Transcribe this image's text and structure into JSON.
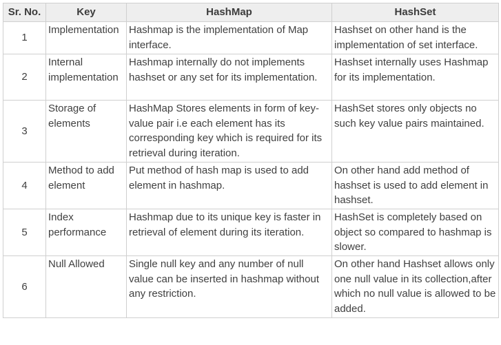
{
  "table": {
    "headers": [
      "Sr. No.",
      "Key",
      "HashMap",
      "HashSet"
    ],
    "rows": [
      {
        "sr": "1",
        "key": "Implementation",
        "hashmap": "Hashmap is the implementation of Map interface.",
        "hashset": "Hashset on other hand is the implementation of set interface."
      },
      {
        "sr": "2",
        "key": "Internal implementation",
        "hashmap": "Hashmap internally do not implements hashset or any set for its implementation.",
        "hashset": "Hashset internally uses Hashmap for its implementation."
      },
      {
        "sr": "3",
        "key": "Storage of elements",
        "hashmap": "HashMap Stores elements in form of key-value pair i.e each element has its corresponding key which is required for its retrieval during iteration.",
        "hashset": "HashSet stores only objects no such key value pairs maintained."
      },
      {
        "sr": "4",
        "key": "Method to add element",
        "hashmap": "Put method of hash map is used to add element in hashmap.",
        "hashset": "On other hand add method of hashset is used to add element in hashset."
      },
      {
        "sr": "5",
        "key": "Index performance",
        "hashmap": "Hashmap due to its unique key is faster in retrieval of element during its iteration.",
        "hashset": "HashSet is completely based on object so compared to hashmap is slower."
      },
      {
        "sr": "6",
        "key": "Null Allowed",
        "hashmap": "Single null key and any number of null value can be inserted in hashmap without any restriction.",
        "hashset": "On other hand Hashset allows only one null value in its collection,after which no null value is allowed to be added."
      }
    ]
  }
}
